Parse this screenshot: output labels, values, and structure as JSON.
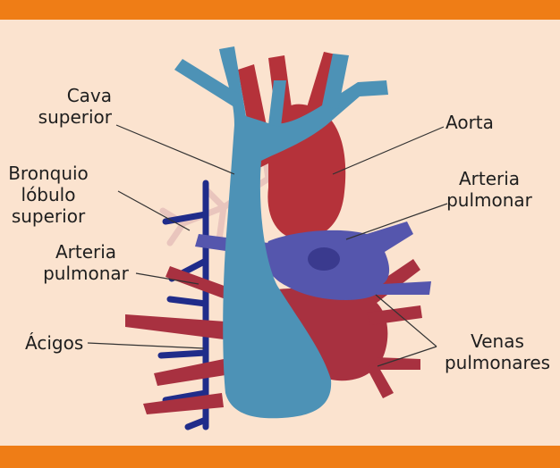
{
  "colors": {
    "band": "#ef7d16",
    "background": "#fbe3cf",
    "vena_cava": "#4d92b6",
    "aorta": "#b5323a",
    "pulmonary_artery": "#5556ad",
    "pulmonary_veins": "#a83140",
    "azygos": "#202c8a",
    "bronchus": "#e8c2bc",
    "leader_line": "#333333"
  },
  "labels": {
    "cava_superior": [
      "Cava",
      "superior"
    ],
    "aorta": "Aorta",
    "bronquio": [
      "Bronquio",
      "lóbulo",
      "superior"
    ],
    "arteria_pulmonar_right": [
      "Arteria",
      "pulmonar"
    ],
    "arteria_pulmonar_left": [
      "Arteria",
      "pulmonar"
    ],
    "acigos": "Ácigos",
    "venas_pulmonares": [
      "Venas",
      "pulmonares"
    ]
  }
}
